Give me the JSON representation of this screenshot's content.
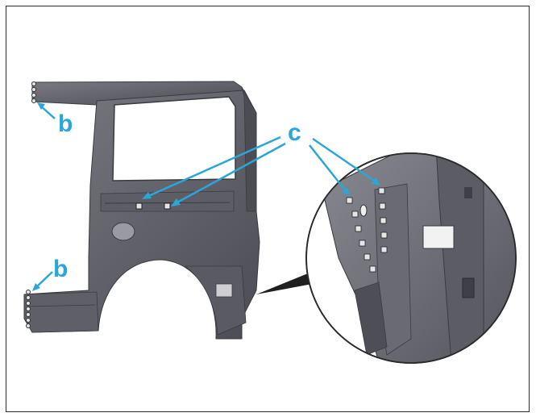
{
  "callouts": {
    "b_upper": "b",
    "b_lower": "b",
    "c": "c"
  },
  "colors": {
    "callout": "#2aa6d8",
    "panel_dark": "#4e4f56",
    "panel_mid": "#6b6c73",
    "panel_light": "#8b8c93",
    "frame": "#2b2b2b",
    "marker": "#e6e6e6"
  }
}
